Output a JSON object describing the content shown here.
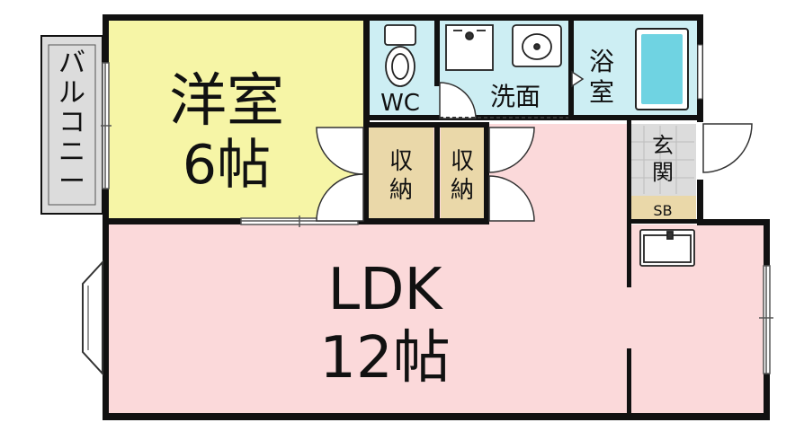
{
  "colors": {
    "wall": "#111111",
    "bedroom": "#f6f5a6",
    "ldk": "#fbd9da",
    "wet": "#cdeef3",
    "storage": "#ead8a9",
    "entrance": "#dcdcdc",
    "balcony": "#dcdcdc",
    "bathtub": "#6fd3e2",
    "shoebox": "#ead8a9"
  },
  "rooms": {
    "balcony": {
      "label": "バルコニー",
      "chars": [
        "バ",
        "ル",
        "コ",
        "ニ",
        "ー"
      ]
    },
    "bedroom": {
      "name": "洋室",
      "size": "6帖"
    },
    "wc": {
      "label": "WC"
    },
    "washroom": {
      "label": "洗面"
    },
    "bath": {
      "chars": [
        "浴",
        "室"
      ]
    },
    "storage1": {
      "chars": [
        "収",
        "納"
      ]
    },
    "storage2": {
      "chars": [
        "収",
        "納"
      ]
    },
    "entrance": {
      "chars": [
        "玄",
        "関"
      ]
    },
    "shoebox": {
      "label": "SB"
    },
    "ldk": {
      "name": "LDK",
      "size": "12帖"
    }
  }
}
